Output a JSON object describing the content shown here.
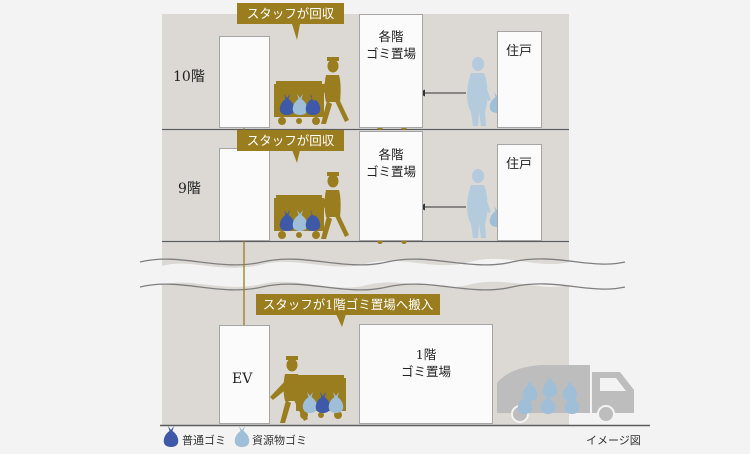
{
  "floors": {
    "top_label": "10階",
    "mid_label": "9階"
  },
  "rooms": {
    "floor_storage_top": "各階",
    "floor_storage_bottom": "ゴミ置場",
    "residence": "住戸",
    "ground_storage_top": "1階",
    "ground_storage_bottom": "ゴミ置場",
    "elevator": "EV"
  },
  "callouts": {
    "collect": "スタッフが回収",
    "carry_in": "スタッフが1階ゴミ置場へ搬入"
  },
  "legend": {
    "general": "普通ゴミ",
    "recyclable": "資源物ゴミ"
  },
  "caption": "イメージ図",
  "colors": {
    "gold": "#9a7d1e",
    "general_bag": "#3d59a8",
    "recyclable_bag": "#9fbfd8",
    "floor_bg": "#dcd9d4",
    "figure": "#b3cbdc",
    "truck": "#bdbdbd"
  }
}
